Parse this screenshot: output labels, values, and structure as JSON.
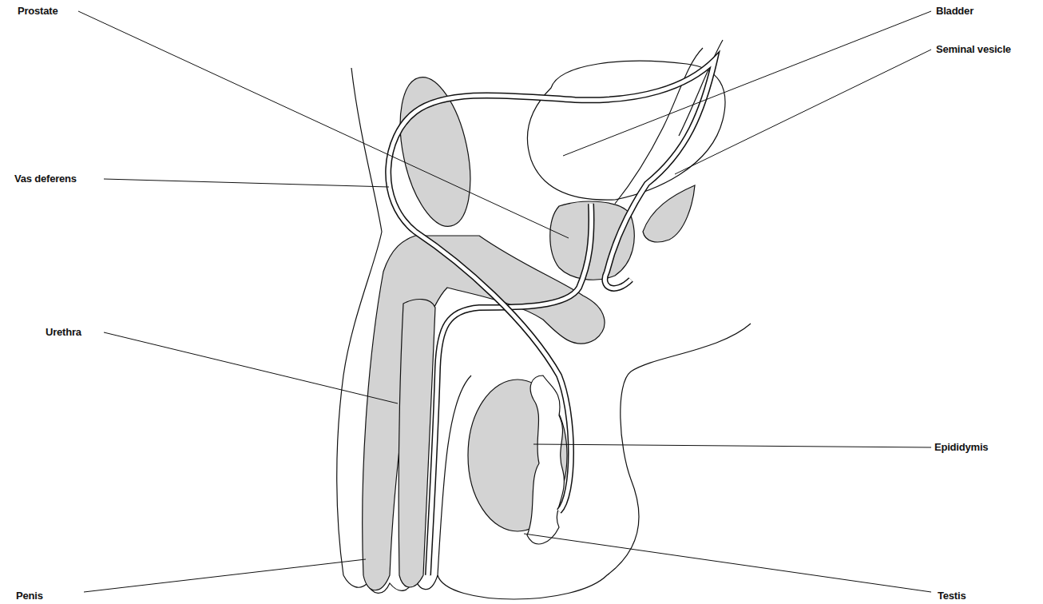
{
  "diagram": {
    "labels": [
      "Prostate",
      "Bladder",
      "Seminal vesicle",
      "Vas deferens",
      "Urethra",
      "Epididymis",
      "Penis",
      "Testis"
    ]
  }
}
